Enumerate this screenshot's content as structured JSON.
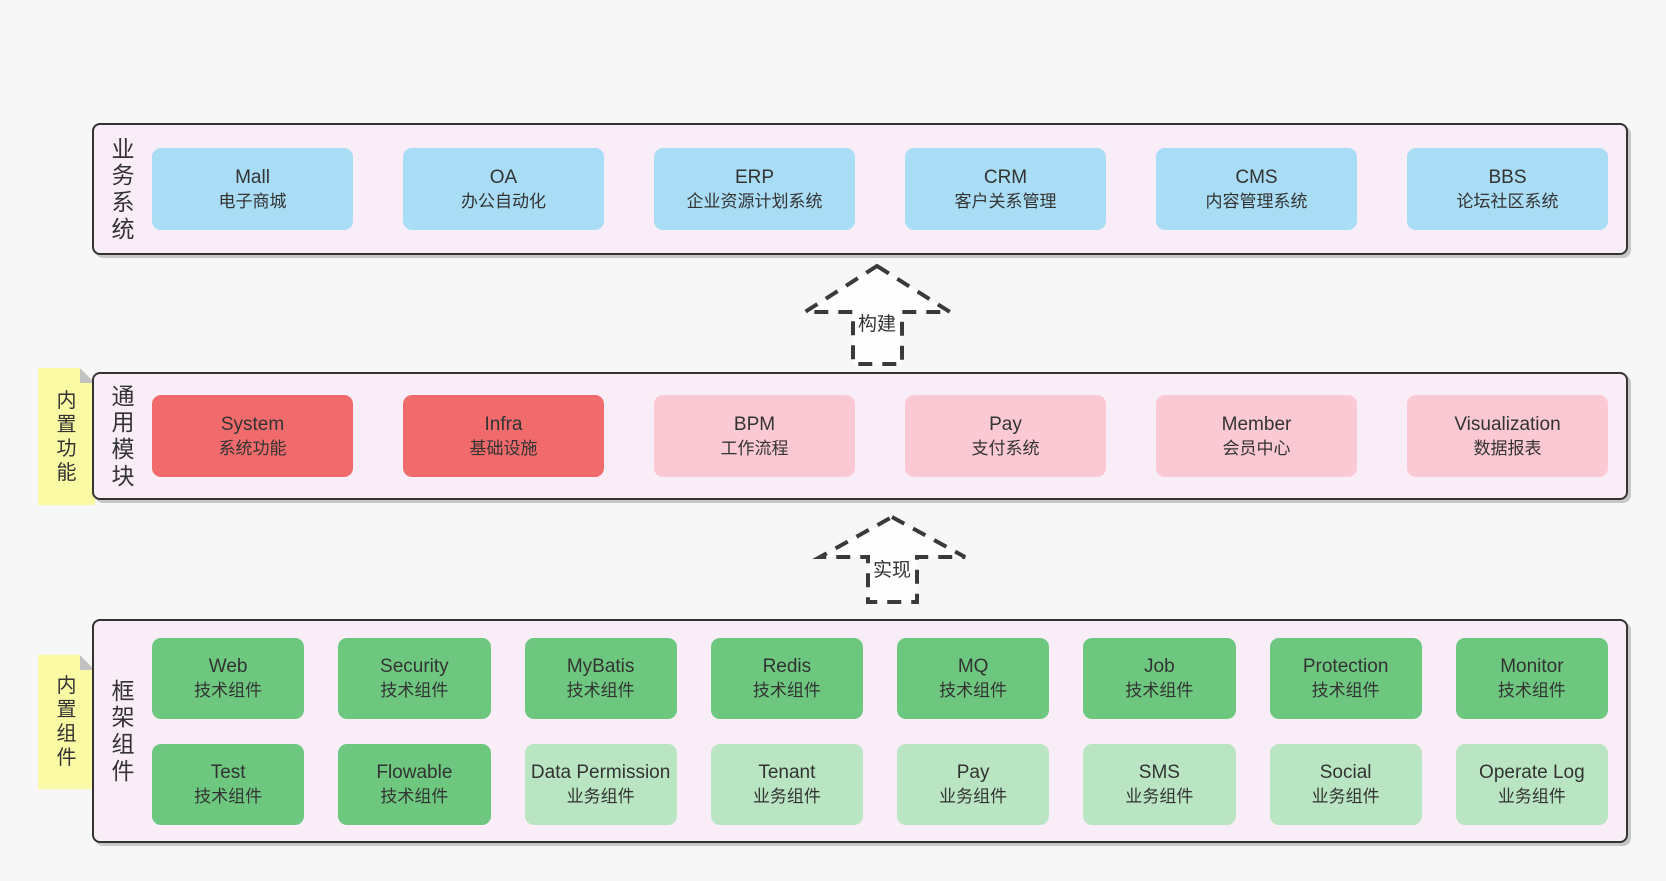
{
  "palette": {
    "page_bg": "#f7f7f7",
    "band_bg": "#f9edf7",
    "band_border": "#333333",
    "text": "#333333",
    "blue_box": "#a9dcf5",
    "red_box": "#f16b6c",
    "pink_box": "#fbc9d3",
    "green_box": "#6dc77f",
    "light_green_box": "#b9e5c2",
    "sticky_yellow": "#fafaa4",
    "sticky_fold": "#c2c2c2",
    "arrow_fill": "#fefefe",
    "arrow_border": "#3a3a3a"
  },
  "bands": {
    "business": {
      "label": "业务系统",
      "boxes": [
        {
          "en": "Mall",
          "zh": "电子商城"
        },
        {
          "en": "OA",
          "zh": "办公自动化"
        },
        {
          "en": "ERP",
          "zh": "企业资源计划系统"
        },
        {
          "en": "CRM",
          "zh": "客户关系管理"
        },
        {
          "en": "CMS",
          "zh": "内容管理系统"
        },
        {
          "en": "BBS",
          "zh": "论坛社区系统"
        }
      ]
    },
    "modules": {
      "label": "通用模块",
      "sticky": "内置功能",
      "boxes": [
        {
          "en": "System",
          "zh": "系统功能"
        },
        {
          "en": "Infra",
          "zh": "基础设施"
        },
        {
          "en": "BPM",
          "zh": "工作流程"
        },
        {
          "en": "Pay",
          "zh": "支付系统"
        },
        {
          "en": "Member",
          "zh": "会员中心"
        },
        {
          "en": "Visualization",
          "zh": "数据报表"
        }
      ]
    },
    "framework": {
      "label": "框架组件",
      "sticky": "内置组件",
      "row1": [
        {
          "en": "Web",
          "zh": "技术组件"
        },
        {
          "en": "Security",
          "zh": "技术组件"
        },
        {
          "en": "MyBatis",
          "zh": "技术组件"
        },
        {
          "en": "Redis",
          "zh": "技术组件"
        },
        {
          "en": "MQ",
          "zh": "技术组件"
        },
        {
          "en": "Job",
          "zh": "技术组件"
        },
        {
          "en": "Protection",
          "zh": "技术组件"
        },
        {
          "en": "Monitor",
          "zh": "技术组件"
        }
      ],
      "row2": [
        {
          "en": "Test",
          "zh": "技术组件"
        },
        {
          "en": "Flowable",
          "zh": "技术组件"
        },
        {
          "en": "Data Permission",
          "zh": "业务组件"
        },
        {
          "en": "Tenant",
          "zh": "业务组件"
        },
        {
          "en": "Pay",
          "zh": "业务组件"
        },
        {
          "en": "SMS",
          "zh": "业务组件"
        },
        {
          "en": "Social",
          "zh": "业务组件"
        },
        {
          "en": "Operate Log",
          "zh": "业务组件"
        }
      ]
    }
  },
  "arrows": {
    "build": "构建",
    "implement": "实现"
  }
}
